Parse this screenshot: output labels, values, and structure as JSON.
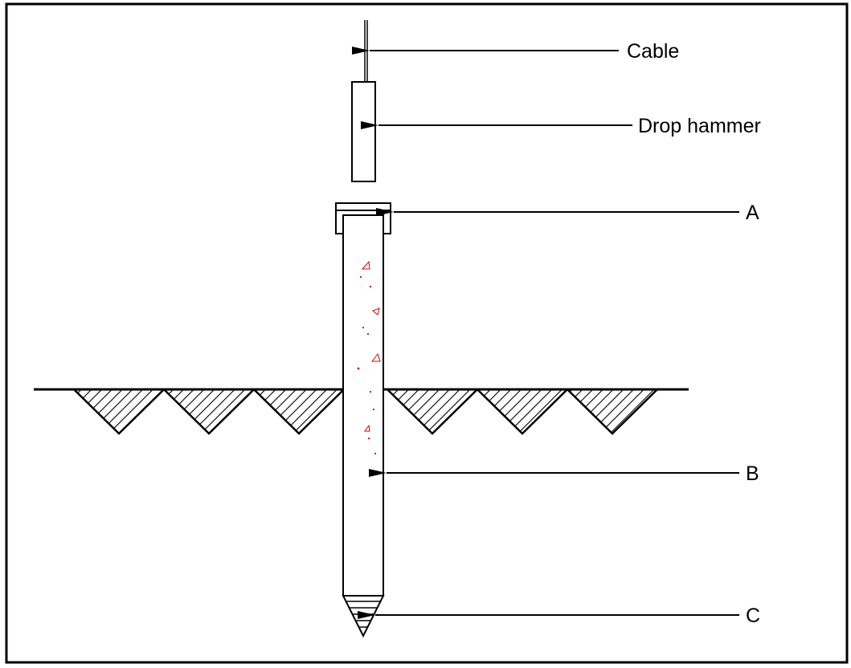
{
  "labels": {
    "cable": "Cable",
    "drop_hammer": "Drop hammer",
    "a": "A",
    "b": "B",
    "c": "C"
  },
  "colors": {
    "line": "#000000",
    "speckle": "#e00000",
    "background": "#ffffff"
  }
}
